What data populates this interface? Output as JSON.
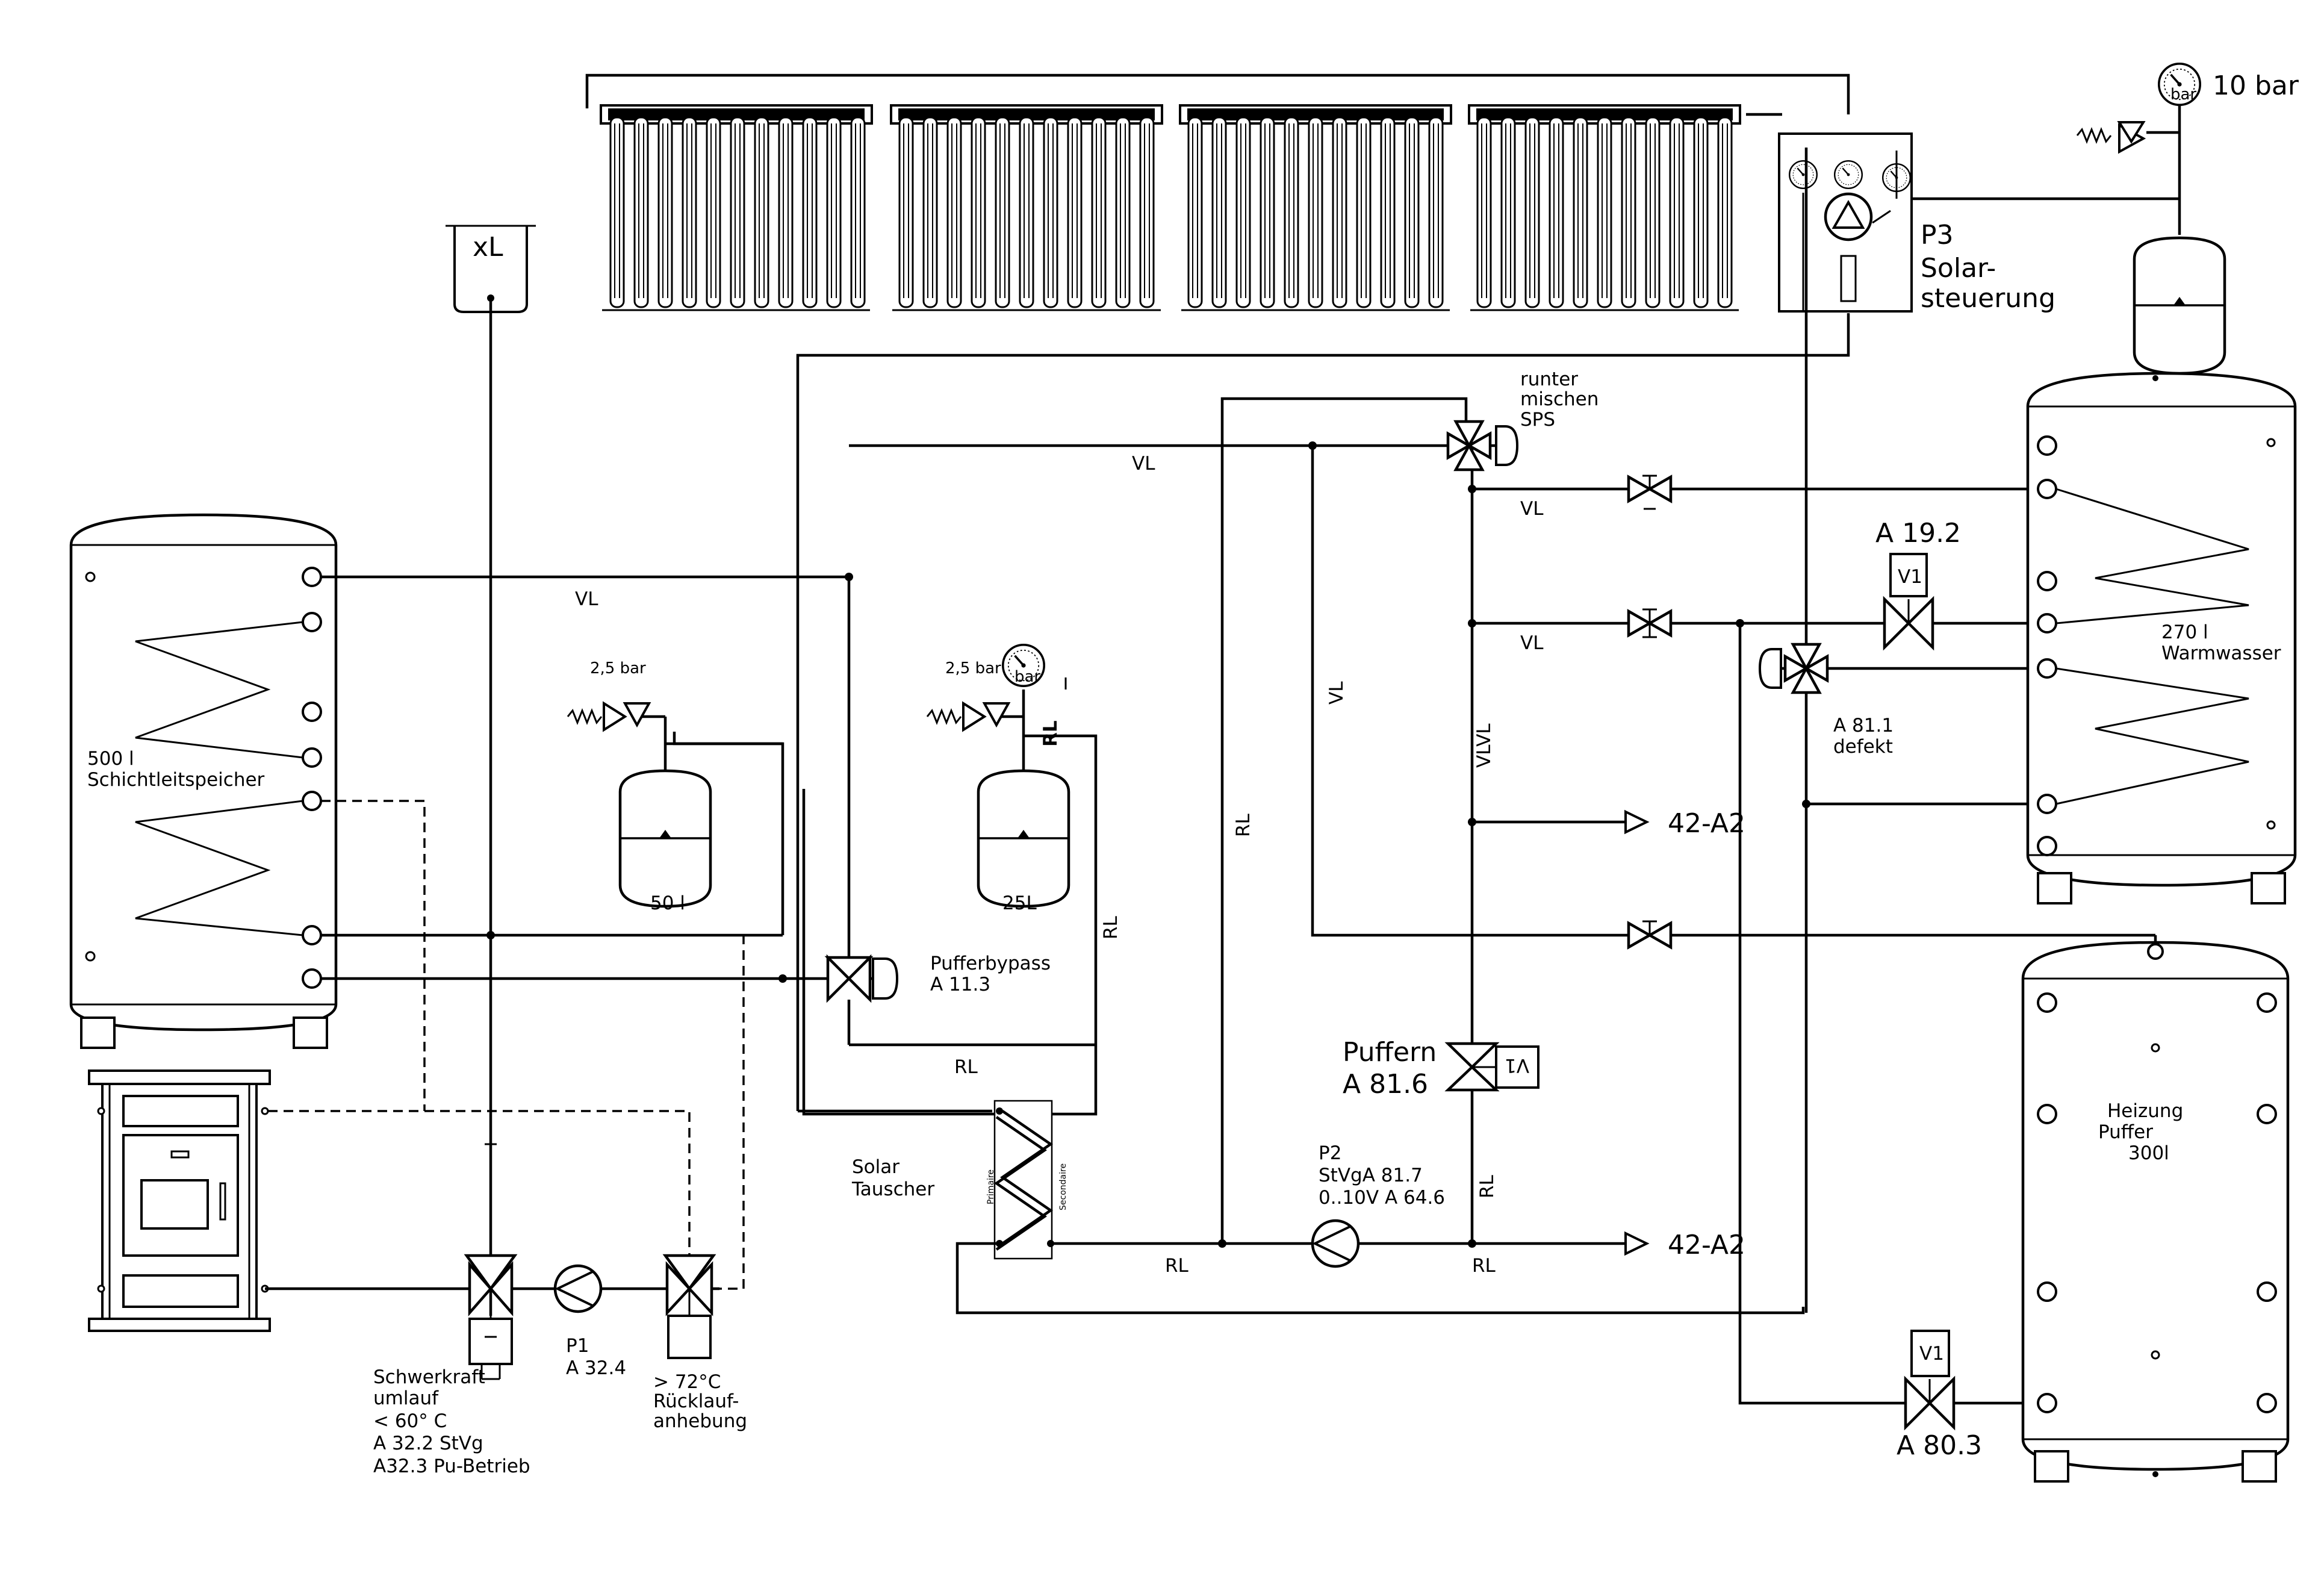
{
  "diagram": {
    "title": "",
    "labels": {
      "pressure_10bar": "10 bar",
      "xl": "xL",
      "solar_controller_1": "P3",
      "solar_controller_2": "Solar-",
      "solar_controller_3": "steuerung",
      "mix_down_1": "runter",
      "mix_down_2": "mischen",
      "mix_down_3": "SPS",
      "vl": "VL",
      "rl": "RL",
      "vlvl": "VLVL",
      "a192": "A  19.2",
      "v1": "V1",
      "dhw_volume": "270 l",
      "dhw_name": "Warmwasser",
      "a811_1": "A  81.1",
      "a811_2": "defekt",
      "buffer_volume": "500 l",
      "buffer_name": "Schichtleitspeicher",
      "pressure_25a": "2,5 bar",
      "pressure_25b": "2,5 bar",
      "bar": "bar",
      "exp50": "50 l",
      "exp25": "25L",
      "bypass_1": "Pufferbypass",
      "bypass_2": "A  11.3",
      "out_42a2": "42-A2",
      "puffern_1": "Puffern",
      "puffern_2": "A  81.6",
      "heat_1": "Heizung",
      "heat_2": "Puffer",
      "heat_3": "300l",
      "solar_hx_1": "Solar",
      "solar_hx_2": "Tauscher",
      "primaire": "Primaire",
      "secondaire": "Secondaire",
      "p2_1": "P2",
      "p2_2": "StVgA  81.7",
      "p2_3": "0..10V A  64.6",
      "p1_1": "P1",
      "p1_2": "A 32.4",
      "return_1": "> 72°C",
      "return_2": "Rücklauf-",
      "return_3": "anhebung",
      "grav_1": "Schwerkraft",
      "grav_2": "umlauf",
      "grav_3": "< 60° C",
      "grav_4": "A 32.2 StVg",
      "grav_5": "A32.3 Pu-Betrieb",
      "a803": "A  80.3"
    }
  }
}
